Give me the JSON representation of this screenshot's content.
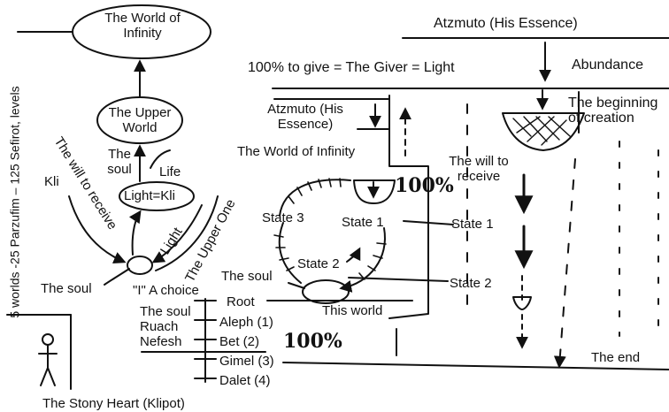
{
  "left_margin": {
    "levels_text": "5 worlds -25 Parzufim – 125 Sefirot, levels"
  },
  "left_diagram": {
    "world_of_infinity": "The World of Infinity",
    "upper_world": "The Upper World",
    "the_soul_top": "The soul",
    "life": "Life",
    "light_kli": "Light=Kli",
    "kli": "Kli",
    "will_to_receive": "The will to receive",
    "light": "Light",
    "the_upper_one": "The Upper One",
    "the_soul_bottom": "The soul",
    "i_a_choice": "\"I\"  A choice",
    "root": "Root",
    "the_soul_level": "The soul",
    "ruach": "Ruach",
    "nefesh": "Nefesh",
    "aleph": "Aleph (1)",
    "bet": "Bet (2)",
    "gimel": "Gimel (3)",
    "dalet": "Dalet (4)",
    "hundred_percent": "100%",
    "stony_heart": "The Stony Heart (Klipot)"
  },
  "right_diagram": {
    "atzmuto_top": "Atzmuto (His Essence)",
    "giver_line": "100% to give  = The Giver = Light",
    "abundance": "Abundance",
    "beginning_of_creation": "The beginning of creation",
    "atzmuto_mid": "Atzmuto (His Essence)",
    "world_of_infinity": "The World of Infinity",
    "hundred_percent": "100%",
    "will_to_receive": "The will to receive",
    "state_3": "State 3",
    "state_1_left": "State 1",
    "state_1_right": "State 1",
    "state_2_left": "State 2",
    "state_2_right": "State 2",
    "the_soul": "The soul",
    "this_world": "This world",
    "the_end": "The end"
  }
}
